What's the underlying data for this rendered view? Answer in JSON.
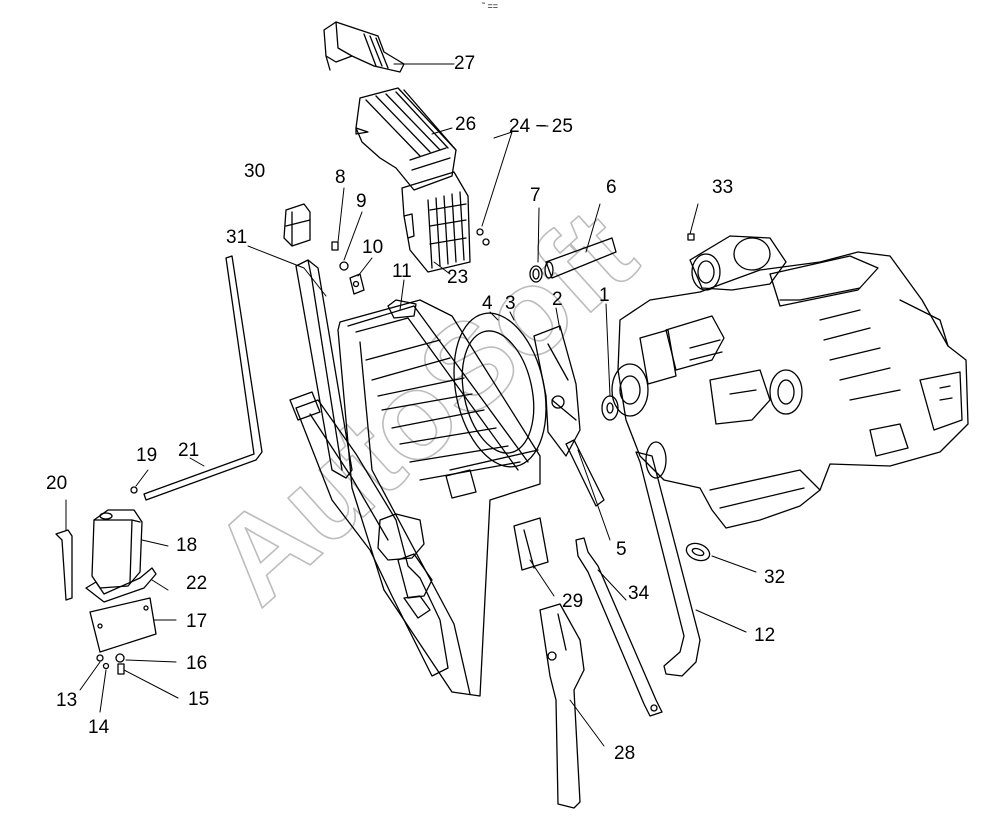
{
  "diagram": {
    "watermark": "AutoSoft",
    "top_mark": "˜ ==",
    "callouts": {
      "c1": "1",
      "c2": "2",
      "c3": "3",
      "c4": "4",
      "c5": "5",
      "c6": "6",
      "c7": "7",
      "c8": "8",
      "c9": "9",
      "c10": "10",
      "c11": "11",
      "c12": "12",
      "c13": "13",
      "c14": "14",
      "c15": "15",
      "c16": "16",
      "c17": "17",
      "c18": "18",
      "c19": "19",
      "c20": "20",
      "c21": "21",
      "c22": "22",
      "c23": "23",
      "c24_25": "24 − 25",
      "c26": "26",
      "c27": "27",
      "c28": "28",
      "c29": "29",
      "c30": "30",
      "c31": "31",
      "c32": "32",
      "c33": "33",
      "c34": "34"
    }
  }
}
